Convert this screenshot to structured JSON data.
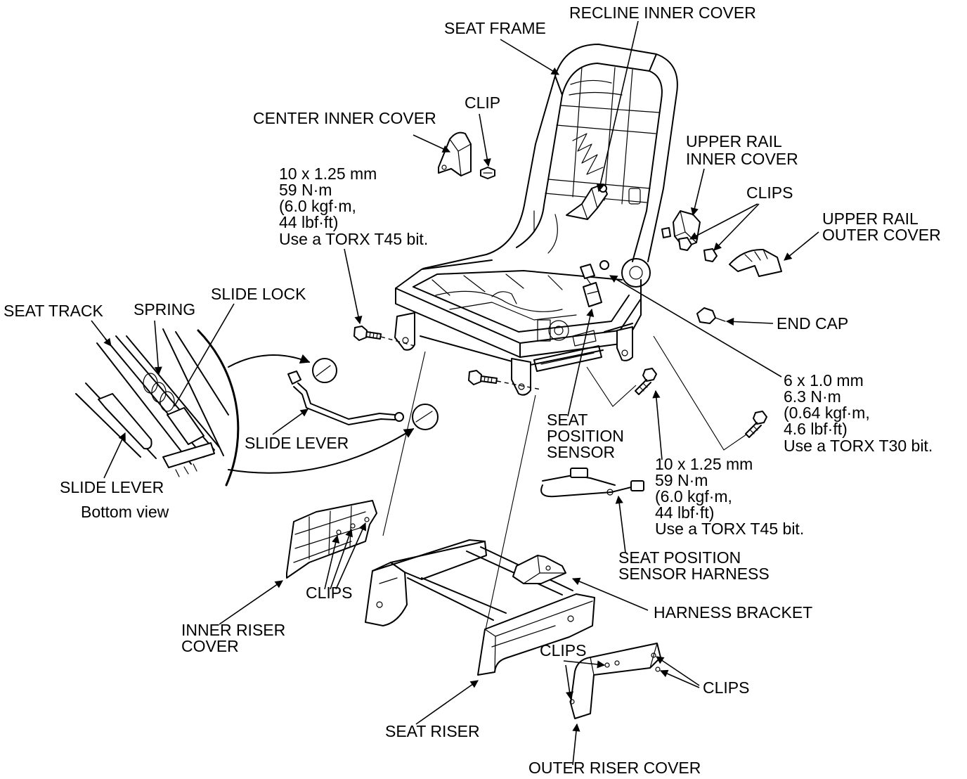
{
  "labels": {
    "recline_inner_cover": "RECLINE INNER COVER",
    "seat_frame": "SEAT FRAME",
    "clip": "CLIP",
    "center_inner_cover": "CENTER INNER COVER",
    "upper_rail_inner_cover": [
      "UPPER RAIL",
      "INNER COVER"
    ],
    "clips_upper_rail": "CLIPS",
    "upper_rail_outer_cover": [
      "UPPER RAIL",
      "OUTER COVER"
    ],
    "seat_track": "SEAT TRACK",
    "spring": "SPRING",
    "slide_lock": "SLIDE LOCK",
    "end_cap": "END CAP",
    "seat_position_sensor": [
      "SEAT",
      "POSITION",
      "SENSOR"
    ],
    "slide_lever": "SLIDE LEVER",
    "slide_lever_detail": "SLIDE LEVER",
    "bottom_view": "Bottom view",
    "seat_position_sensor_harness": [
      "SEAT POSITION",
      "SENSOR HARNESS"
    ],
    "clips_inner_riser": "CLIPS",
    "harness_bracket": "HARNESS BRACKET",
    "inner_riser_cover": [
      "INNER RISER",
      "COVER"
    ],
    "clips_outer_riser_left": "CLIPS",
    "clips_outer_riser_right": "CLIPS",
    "seat_riser": "SEAT RISER",
    "outer_riser_cover": "OUTER RISER COVER"
  },
  "torque_specs": [
    {
      "size": "10 x 1.25 mm",
      "torque_nm": "59 N·m",
      "torque_kgfm": "(6.0 kgf·m,",
      "torque_lbfft": "44 lbf·ft)",
      "tool": "Use a TORX T45 bit."
    },
    {
      "size": "6 x 1.0 mm",
      "torque_nm": "6.3 N·m",
      "torque_kgfm": "(0.64 kgf·m,",
      "torque_lbfft": "4.6 lbf·ft)",
      "tool": "Use a TORX T30 bit."
    },
    {
      "size": "10 x 1.25 mm",
      "torque_nm": "59 N·m",
      "torque_kgfm": "(6.0 kgf·m,",
      "torque_lbfft": "44 lbf·ft)",
      "tool": "Use a TORX T45 bit."
    }
  ]
}
